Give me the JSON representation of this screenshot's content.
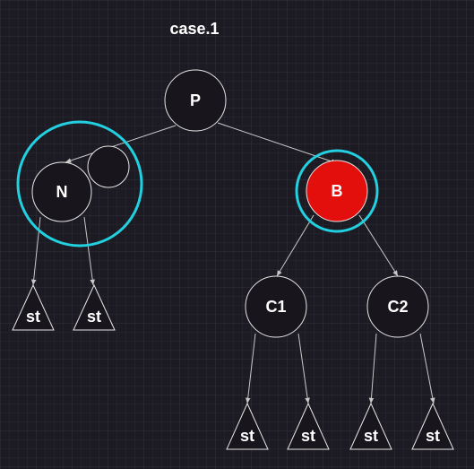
{
  "title": "case.1",
  "colors": {
    "background": "#1c1a22",
    "grid_minor": "#2a2830",
    "grid_major": "#34323b",
    "node_fill": "#18161c",
    "node_stroke": "#e6e6e6",
    "edge": "#c8c8c8",
    "highlight": "#23d0e0",
    "red": "#e30f0c"
  },
  "nodes": {
    "p": "P",
    "n": "N",
    "b": "B",
    "c1": "C1",
    "c2": "C2"
  },
  "subtrees": {
    "n_left": "st",
    "n_right": "st",
    "c1_left": "st",
    "c1_right": "st",
    "c2_left": "st",
    "c2_right": "st"
  }
}
